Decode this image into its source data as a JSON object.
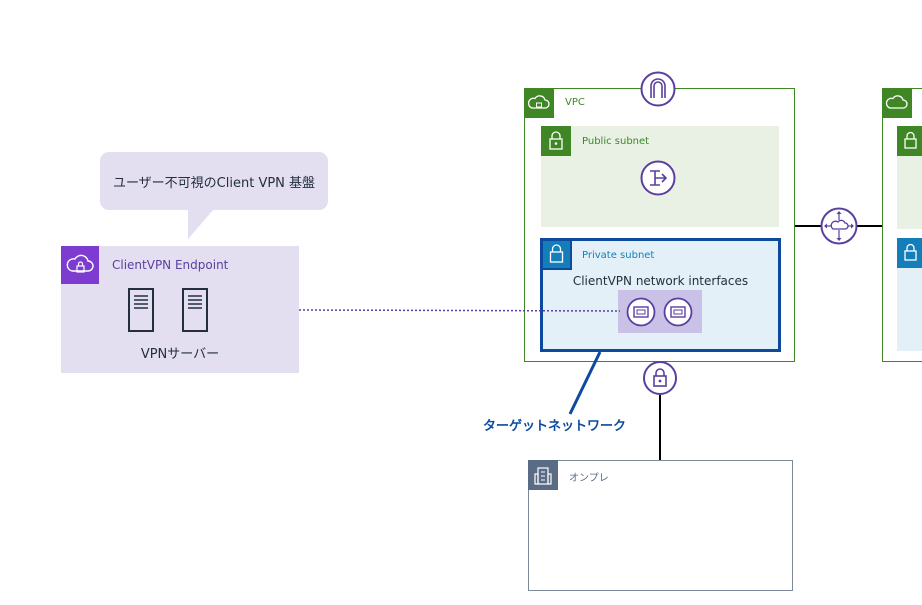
{
  "callout": {
    "text": "ユーザー不可視のClient VPN 基盤"
  },
  "endpoint": {
    "title": "ClientVPN Endpoint",
    "server_label": "VPNサーバー"
  },
  "vpc": {
    "label": "VPC",
    "public_subnet": {
      "label": "Public subnet"
    },
    "private_subnet": {
      "label": "Private subnet",
      "eni_label": "ClientVPN network interfaces"
    }
  },
  "onprem": {
    "label": "オンプレ"
  },
  "target_network": {
    "label": "ターゲットネットワーク"
  },
  "colors": {
    "vpc_green": "#3f8624",
    "subnet_green_fill": "#e8f1e4",
    "private_blue": "#147eba",
    "private_fill": "#e3f0f8",
    "target_border": "#0d4a9e",
    "endpoint_purple": "#7d3ccf",
    "endpoint_fill": "#e4def1",
    "gateway_purple": "#5a3fa0"
  },
  "icons": [
    "cloud-lock-icon",
    "server-icon",
    "vpc-cloud-icon",
    "subnet-lock-icon",
    "internet-gateway-icon",
    "nat-gateway-icon",
    "transit-gateway-icon",
    "network-interface-icon",
    "vpn-gateway-icon",
    "corporate-building-icon"
  ]
}
